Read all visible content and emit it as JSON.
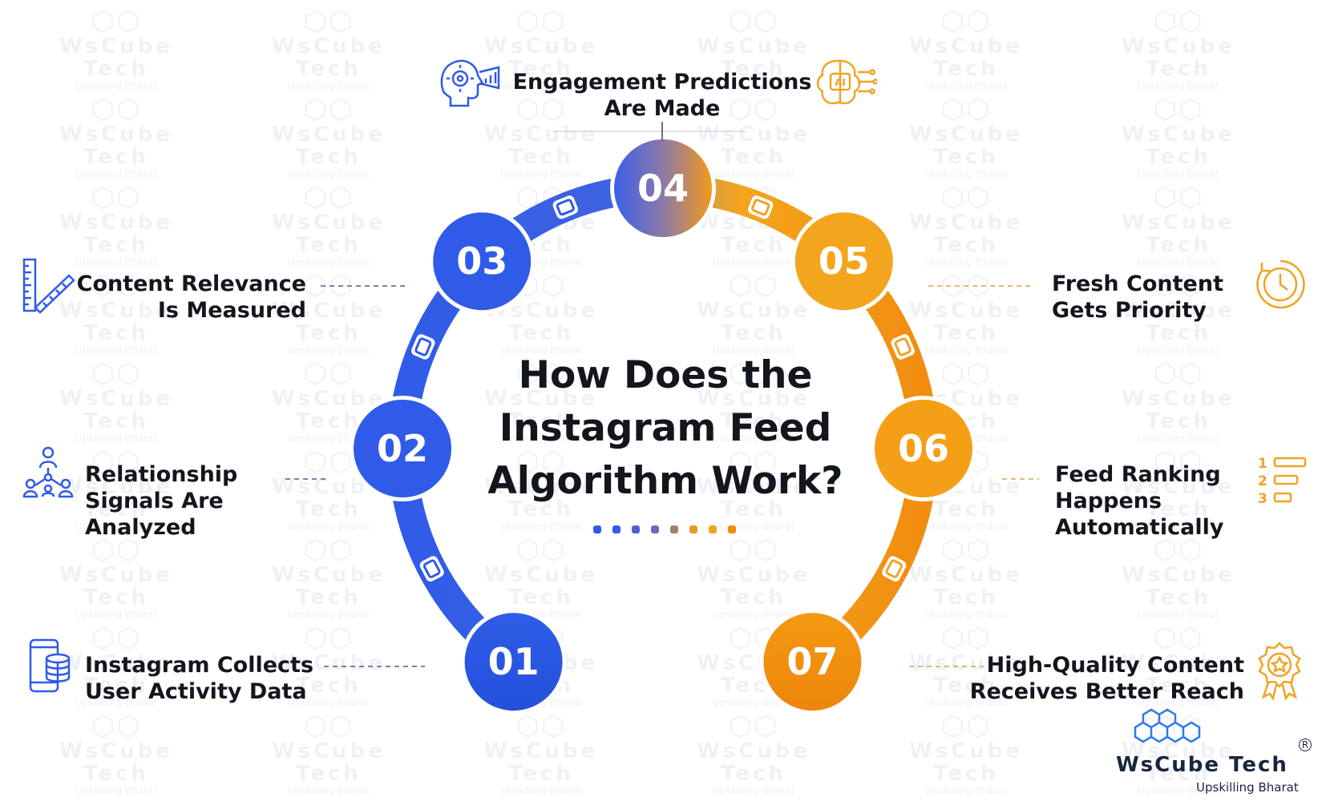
{
  "title": "How Does the\nInstagram Feed\nAlgorithm Work?",
  "steps": [
    {
      "number": "01",
      "label": "Instagram Collects\nUser Activity Data",
      "icon": "phone-database-icon",
      "color": "#2f5be8"
    },
    {
      "number": "02",
      "label": "Relationship\nSignals Are\nAnalyzed",
      "icon": "network-people-icon",
      "color": "#2f5be8"
    },
    {
      "number": "03",
      "label": "Content Relevance\nIs Measured",
      "icon": "ruler-icon",
      "color": "#3d6ae6"
    },
    {
      "number": "04",
      "label": "Engagement Predictions\nAre Made",
      "icon": "head-gear-chart-icon",
      "color": "#7a6fb3"
    },
    {
      "number": "05",
      "label": "Fresh Content\nGets Priority",
      "icon": "clock-refresh-icon",
      "color": "#f4a51e"
    },
    {
      "number": "06",
      "label": "Feed Ranking\nHappens\nAutomatically",
      "icon": "ranked-list-icon",
      "color": "#f59f16"
    },
    {
      "number": "07",
      "label": "High-Quality Content\nReceives Better Reach",
      "icon": "award-badge-icon",
      "color": "#f28c0f"
    }
  ],
  "extra_icon": "ai-brain-icon",
  "colors": {
    "blue": "#2f5be8",
    "orange": "#f49a13",
    "text": "#14161d",
    "navy": "#18263f"
  },
  "watermark": {
    "name": "WsCube Tech",
    "sub": "Upskilling Bharat"
  },
  "brand": {
    "name": "WsCube Tech",
    "tagline": "Upskilling Bharat",
    "registered": "R"
  }
}
